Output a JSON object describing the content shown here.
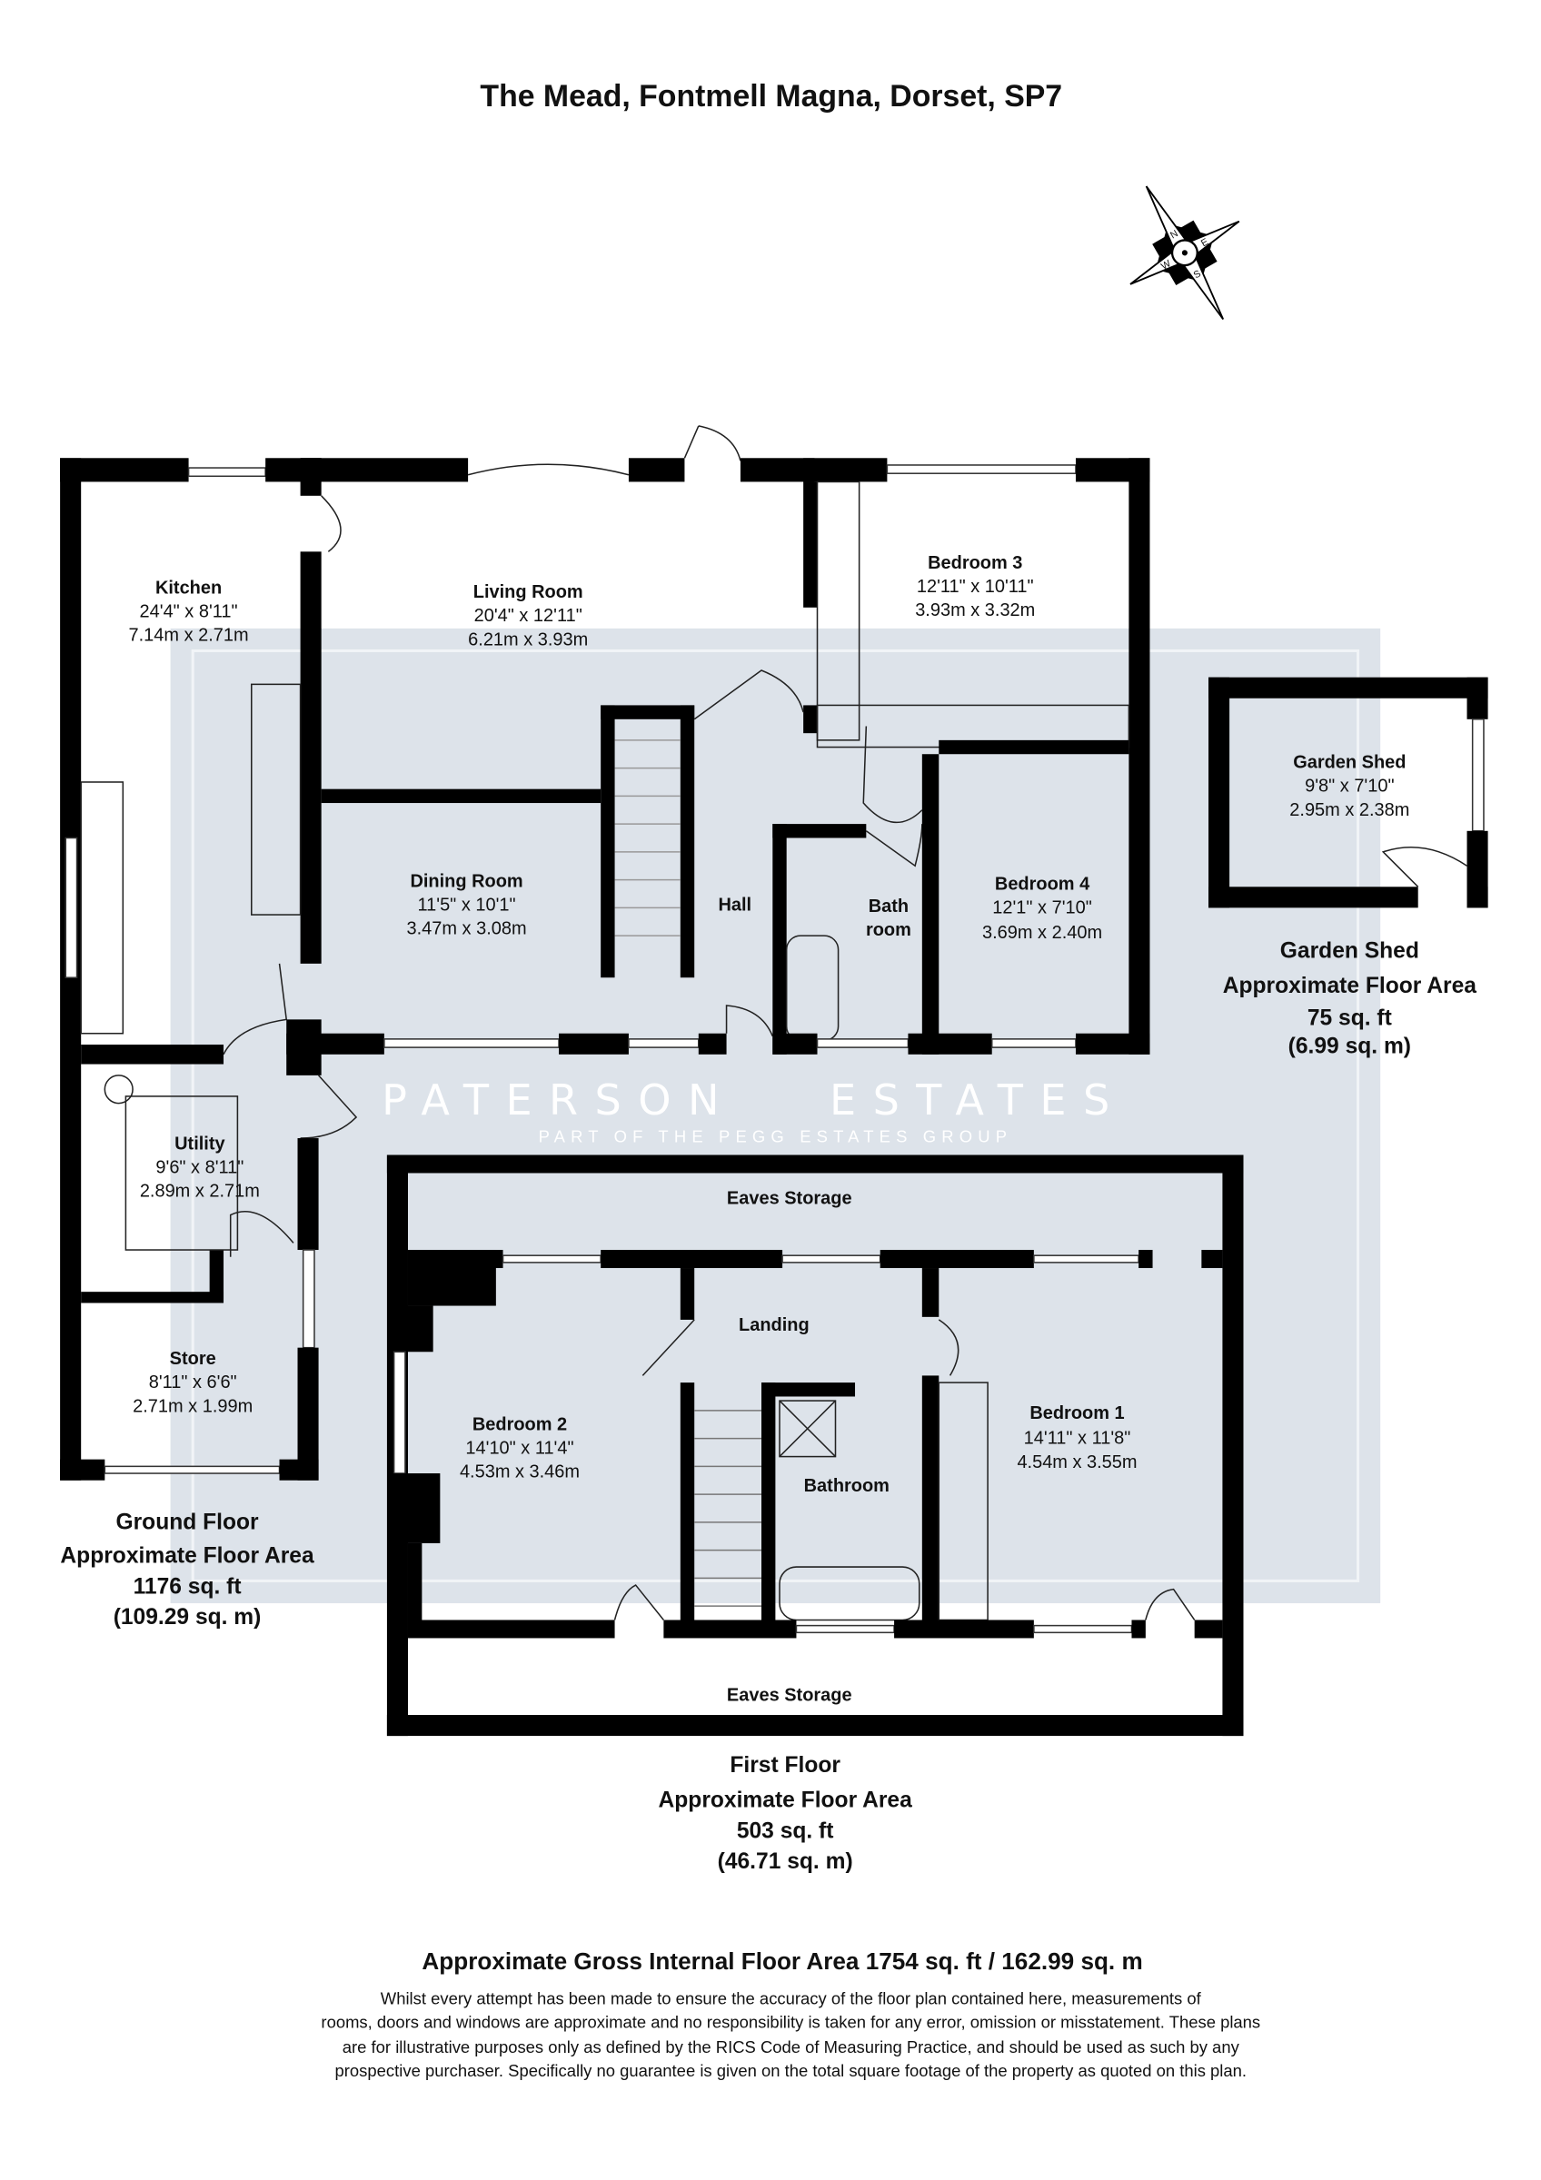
{
  "title": "The Mead, Fontmell Magna, Dorset, SP7",
  "compass": {
    "letters": [
      "N",
      "E",
      "S",
      "W"
    ]
  },
  "watermark": {
    "line1": "PATERSON",
    "line2": "ESTATES",
    "tagline": "PART OF THE PEGG ESTATES GROUP"
  },
  "ground_floor": {
    "rooms": {
      "kitchen": {
        "name": "Kitchen",
        "imperial": "24'4\" x 8'11\"",
        "metric": "7.14m x 2.71m"
      },
      "living": {
        "name": "Living Room",
        "imperial": "20'4\" x 12'11\"",
        "metric": "6.21m x 3.93m"
      },
      "bedroom3": {
        "name": "Bedroom 3",
        "imperial": "12'11\" x 10'11\"",
        "metric": "3.93m x 3.32m"
      },
      "dining": {
        "name": "Dining Room",
        "imperial": "11'5\" x 10'1\"",
        "metric": "3.47m x 3.08m"
      },
      "hall": {
        "name": "Hall"
      },
      "bath": {
        "name_line1": "Bath",
        "name_line2": "room"
      },
      "bedroom4": {
        "name": "Bedroom 4",
        "imperial": "12'1\" x 7'10\"",
        "metric": "3.69m x 2.40m"
      },
      "utility": {
        "name": "Utility",
        "imperial": "9'6\" x 8'11\"",
        "metric": "2.89m x 2.71m"
      },
      "store": {
        "name": "Store",
        "imperial": "8'11\" x 6'6\"",
        "metric": "2.71m x 1.99m"
      }
    },
    "area": {
      "label": "Ground Floor",
      "caption": "Approximate Floor Area",
      "sqft": "1176 sq. ft",
      "sqm": "(109.29 sq. m)"
    }
  },
  "garden_shed": {
    "room": {
      "name": "Garden Shed",
      "imperial": "9'8\" x 7'10\"",
      "metric": "2.95m x 2.38m"
    },
    "area": {
      "label": "Garden Shed",
      "caption": "Approximate Floor Area",
      "sqft": "75 sq. ft",
      "sqm": "(6.99 sq. m)"
    }
  },
  "first_floor": {
    "rooms": {
      "eaves_top": {
        "name": "Eaves Storage"
      },
      "landing": {
        "name": "Landing"
      },
      "bedroom2": {
        "name": "Bedroom 2",
        "imperial": "14'10\" x 11'4\"",
        "metric": "4.53m x 3.46m"
      },
      "bathroom": {
        "name": "Bathroom"
      },
      "bedroom1": {
        "name": "Bedroom 1",
        "imperial": "14'11\" x 11'8\"",
        "metric": "4.54m x 3.55m"
      },
      "eaves_bottom": {
        "name": "Eaves Storage"
      }
    },
    "area": {
      "label": "First Floor",
      "caption": "Approximate Floor Area",
      "sqft": "503 sq. ft",
      "sqm": "(46.71 sq. m)"
    }
  },
  "gross_area": "Approximate Gross Internal Floor Area 1754 sq. ft / 162.99 sq. m",
  "disclaimer": [
    "Whilst every attempt has been made to ensure the accuracy of the floor plan contained here, measurements of",
    "rooms, doors and windows are approximate and no responsibility is taken for any error, omission or misstatement. These plans",
    "are for illustrative purposes only as defined by the RICS Code of Measuring Practice, and should be used as such by any",
    "prospective purchaser. Specifically no guarantee is given on the total square footage of the property as quoted on this plan."
  ],
  "colors": {
    "wall": "#000000",
    "watermark_bg": "#dde3ea"
  }
}
